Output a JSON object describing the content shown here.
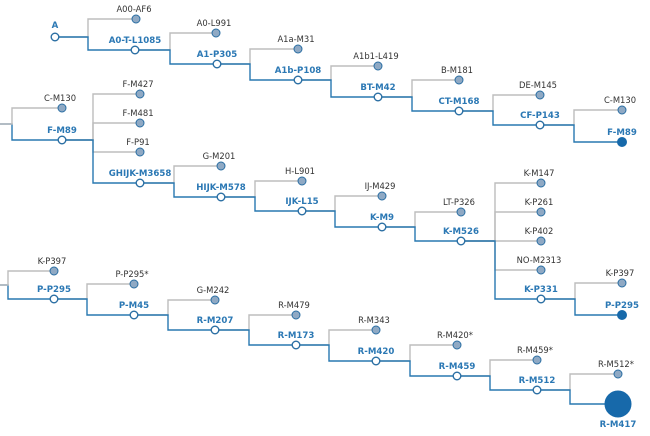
{
  "colors": {
    "main_line": "#2878b0",
    "side_line": "#bdbdbd",
    "main_label": "#2b78b4",
    "side_label": "#333333",
    "node_fill": "#8fa9c4",
    "node_stroke": "#2a6ea3",
    "terminal_fill": "#1769aa"
  },
  "tree": {
    "main_nodes": [
      {
        "id": "A",
        "label": "A"
      },
      {
        "id": "A0TL1085",
        "label": "A0-T-L1085"
      },
      {
        "id": "A1P305",
        "label": "A1-P305"
      },
      {
        "id": "A1bP108",
        "label": "A1b-P108"
      },
      {
        "id": "BTM42",
        "label": "BT-M42"
      },
      {
        "id": "CTM168",
        "label": "CT-M168"
      },
      {
        "id": "CFP143",
        "label": "CF-P143"
      },
      {
        "id": "FM89a",
        "label": "F-M89"
      },
      {
        "id": "FM89",
        "label": "F-M89"
      },
      {
        "id": "GHIJKM3658",
        "label": "GHIJK-M3658"
      },
      {
        "id": "HIJKM578",
        "label": "HIJK-M578"
      },
      {
        "id": "IJKL15",
        "label": "IJK-L15"
      },
      {
        "id": "KM9",
        "label": "K-M9"
      },
      {
        "id": "KM526",
        "label": "K-M526"
      },
      {
        "id": "KP331",
        "label": "K-P331"
      },
      {
        "id": "PP295a",
        "label": "P-P295"
      },
      {
        "id": "PP295",
        "label": "P-P295"
      },
      {
        "id": "PM45",
        "label": "P-M45"
      },
      {
        "id": "RM207",
        "label": "R-M207"
      },
      {
        "id": "RM173",
        "label": "R-M173"
      },
      {
        "id": "RM420",
        "label": "R-M420"
      },
      {
        "id": "RM459",
        "label": "R-M459"
      },
      {
        "id": "RM512",
        "label": "R-M512"
      },
      {
        "id": "RM417",
        "label": "R-M417"
      }
    ],
    "side_nodes": [
      {
        "id": "A00AF6",
        "label": "A00-AF6"
      },
      {
        "id": "A0L991",
        "label": "A0-L991"
      },
      {
        "id": "A1aM31",
        "label": "A1a-M31"
      },
      {
        "id": "A1b1L419",
        "label": "A1b1-L419"
      },
      {
        "id": "BM181",
        "label": "B-M181"
      },
      {
        "id": "DEM145",
        "label": "DE-M145"
      },
      {
        "id": "CM130a",
        "label": "C-M130"
      },
      {
        "id": "CM130",
        "label": "C-M130"
      },
      {
        "id": "FM427",
        "label": "F-M427"
      },
      {
        "id": "FM481",
        "label": "F-M481"
      },
      {
        "id": "FP91",
        "label": "F-P91"
      },
      {
        "id": "GM201",
        "label": "G-M201"
      },
      {
        "id": "HL901",
        "label": "H-L901"
      },
      {
        "id": "IJM429",
        "label": "IJ-M429"
      },
      {
        "id": "LTP326",
        "label": "LT-P326"
      },
      {
        "id": "KM147",
        "label": "K-M147"
      },
      {
        "id": "KP261",
        "label": "K-P261"
      },
      {
        "id": "KP402",
        "label": "K-P402"
      },
      {
        "id": "NOM2313",
        "label": "NO-M2313"
      },
      {
        "id": "KP397a",
        "label": "K-P397"
      },
      {
        "id": "KP397",
        "label": "K-P397"
      },
      {
        "id": "PP295s",
        "label": "P-P295*"
      },
      {
        "id": "GM242",
        "label": "G-M242"
      },
      {
        "id": "RM479",
        "label": "R-M479"
      },
      {
        "id": "RM343",
        "label": "R-M343"
      },
      {
        "id": "RM420s",
        "label": "R-M420*"
      },
      {
        "id": "RM459s",
        "label": "R-M459*"
      },
      {
        "id": "RM512s",
        "label": "R-M512*"
      }
    ]
  }
}
